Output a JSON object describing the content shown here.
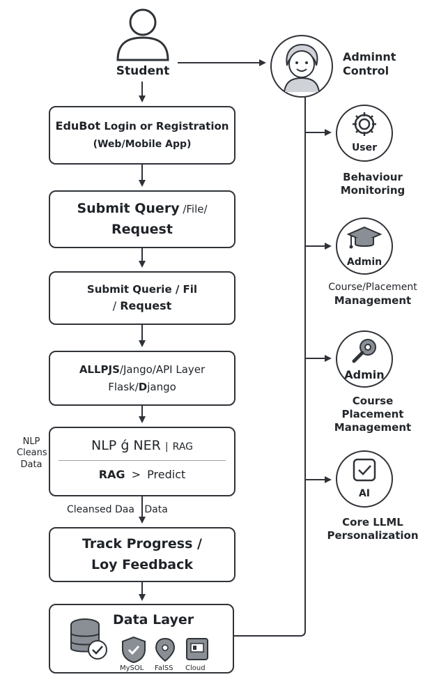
{
  "student": {
    "label": "Student"
  },
  "admin_control": {
    "line1": "Adminnt",
    "line2": "Control"
  },
  "flow": {
    "login": {
      "brand": "EduBot",
      "line1_rest": " Login or Registration",
      "line2": "(Web/Mobile App)"
    },
    "submit1": {
      "bold1": "Submit Query",
      "rest1": " /File/",
      "line2": "Request"
    },
    "submit2": {
      "line1": "Submit Querie / Fil",
      "line2_pre": "/ ",
      "line2_bold": "Request"
    },
    "api": {
      "bold1": "ALLPJS",
      "rest1": "/Jango/API Layer",
      "line2_pre": "Flask/",
      "line2_bold": "D",
      "line2_post": "jango"
    },
    "nlp": {
      "nlp": "NLP",
      "glyph": "ǵ",
      "ner": "NER",
      "sep": "|",
      "rag": "RAG",
      "rag2": "RAG",
      "arrow": ">",
      "predict": "Predict"
    },
    "nlp_side": {
      "line1": "NLP",
      "line2": "Cleans",
      "line3": "Data"
    },
    "cleansed": {
      "left": "Cleansed Da",
      "glyph": "a",
      "right": "Data"
    },
    "track": {
      "line1": "Track Progress /",
      "line2": "Loy Feedback"
    },
    "datalayer": {
      "title": "Data Layer",
      "icon1": "MySOL",
      "icon2": "FalSS",
      "icon3": "Cloud"
    }
  },
  "modules": [
    {
      "caption": "User",
      "label1": "Behaviour",
      "label2": "Monitoring",
      "icon": "gear-icon"
    },
    {
      "caption": "Admin",
      "label1": "Course/Placement",
      "label2": "Management",
      "icon": "graduation-cap-icon"
    },
    {
      "caption": "Admin",
      "label1": "Course",
      "label2": "Placement",
      "label3": "Management",
      "icon": "wrench-icon"
    },
    {
      "caption": "AI",
      "label1": "Core LLML",
      "label2": "Personalization",
      "icon": "checkbox-icon"
    }
  ],
  "colors": {
    "stroke": "#2f3338",
    "text": "#1f2328",
    "fill_gray": "#8a8f95"
  }
}
